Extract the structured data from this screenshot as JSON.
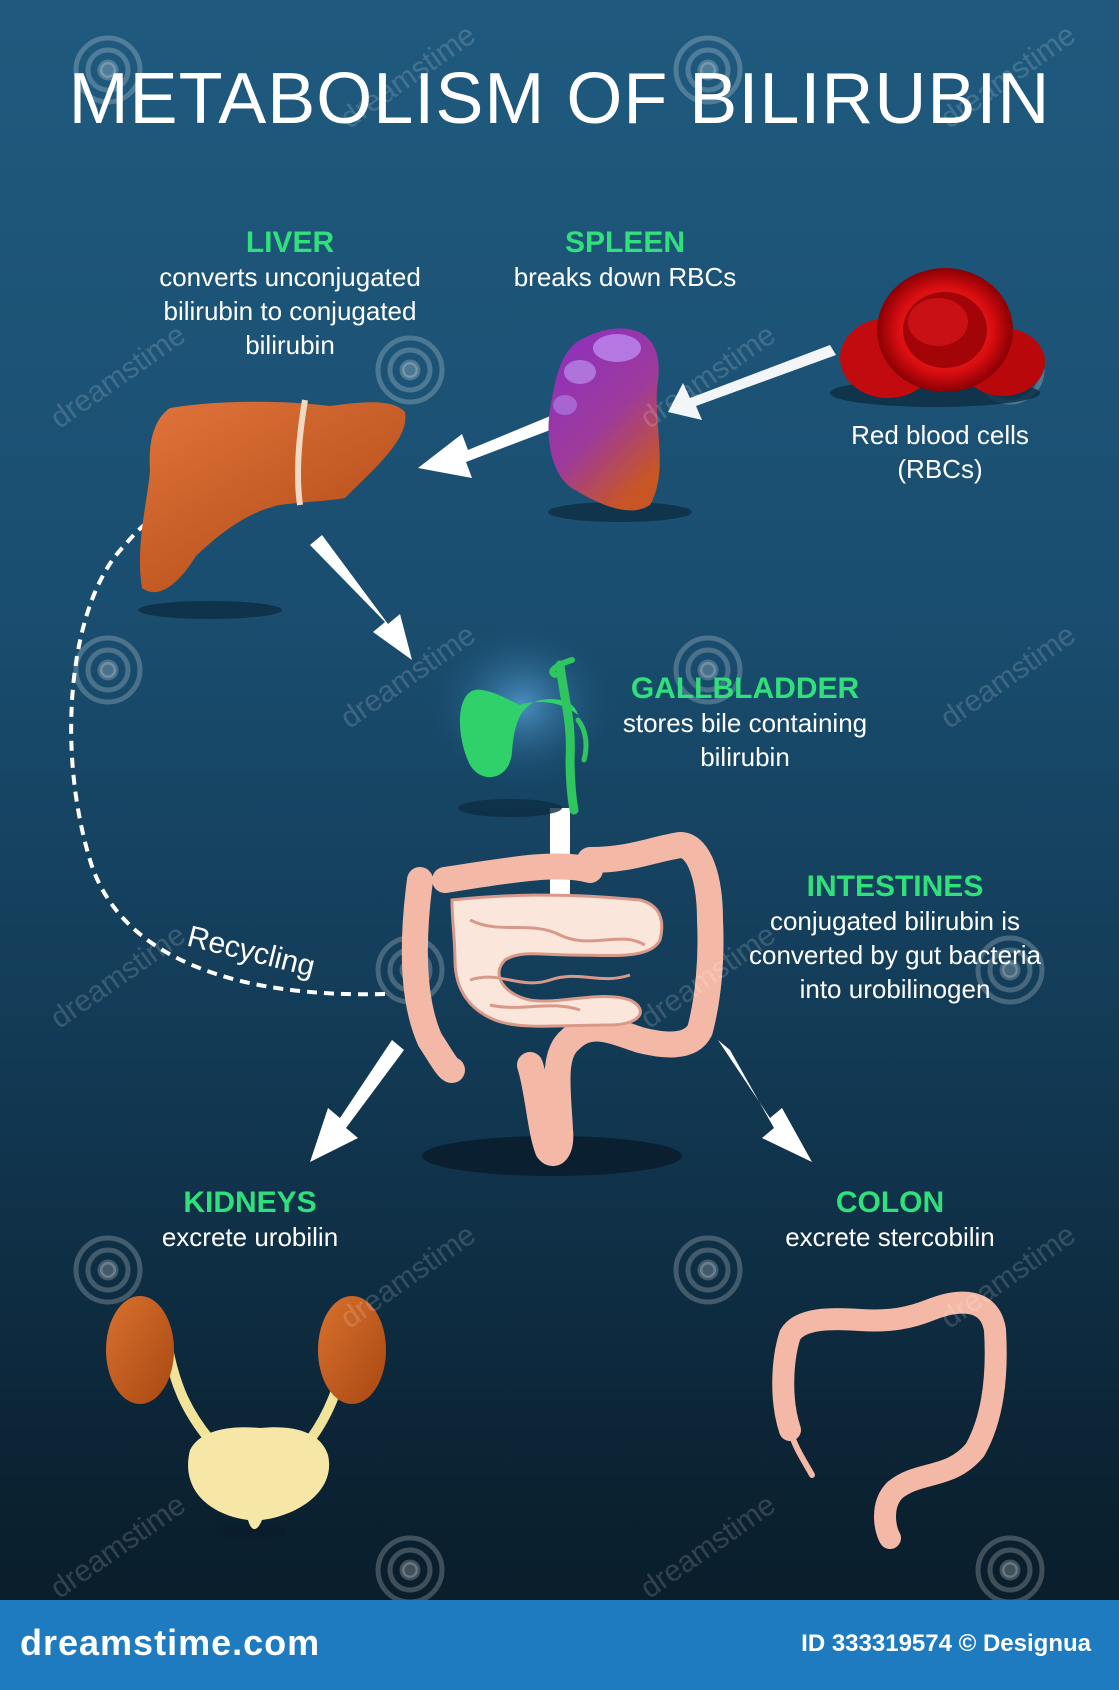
{
  "title": "METABOLISM OF BILIRUBIN",
  "organs": {
    "liver": {
      "name": "LIVER",
      "lines": [
        "converts unconjugated",
        "bilirubin to conjugated",
        "bilirubin"
      ]
    },
    "spleen": {
      "name": "SPLEEN",
      "lines": [
        "breaks down RBCs"
      ]
    },
    "rbc": {
      "lines": [
        "Red blood cells",
        "(RBCs)"
      ]
    },
    "gallbladder": {
      "name": "GALLBLADDER",
      "lines": [
        "stores bile containing",
        "bilirubin"
      ]
    },
    "intestines": {
      "name": "INTESTINES",
      "lines": [
        "conjugated bilirubin is",
        "converted by gut bacteria",
        "into urobilinogen"
      ]
    },
    "kidneys": {
      "name": "KIDNEYS",
      "lines": [
        "excrete urobilin"
      ]
    },
    "colon": {
      "name": "COLON",
      "lines": [
        "excrete stercobilin"
      ]
    }
  },
  "recycling": "Recycling",
  "footer": {
    "site": "dreamstime.com",
    "id_text": "ID 333319574 © Designua"
  },
  "colors": {
    "heading_green": "#2fe07b",
    "text": "#ffffff",
    "footer_bar": "#1e7bbf",
    "background_top": "#1f5a7e",
    "background_bottom": "#081a26"
  },
  "icons": [
    "red-blood-cells-icon",
    "spleen-icon",
    "liver-icon",
    "gallbladder-icon",
    "intestines-icon",
    "kidneys-icon",
    "colon-icon",
    "recycling-arrow-icon"
  ]
}
